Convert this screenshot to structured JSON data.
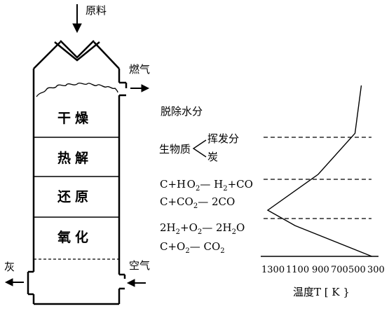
{
  "labels": {
    "feed": "原料",
    "fuel_gas": "燃气",
    "ash": "灰",
    "air": "空气"
  },
  "zones": [
    "干燥",
    "热解",
    "还原",
    "氧化"
  ],
  "reactions": {
    "drying": "脱除水分",
    "biomass": "生物质",
    "volatiles": "挥发分",
    "char": "炭",
    "r1": {
      "a": "C+H",
      "b": "O",
      "b_sub": "2",
      "c": "— H",
      "c_sub": "2",
      "d": "+CO"
    },
    "r2": {
      "a": "C+CO",
      "a_sub": "2",
      "b": "— 2CO"
    },
    "r3": {
      "a": "2H",
      "a_sub": "2",
      "b": "+O",
      "b_sub": "2",
      "c": "— 2H",
      "c_sub": "2",
      "d": "O"
    },
    "r4": {
      "a": "C+O",
      "a_sub": "2",
      "b": "— CO",
      "b_sub": "2"
    }
  },
  "axis": {
    "ticks": [
      "1300",
      "1100",
      "900",
      "700",
      "500",
      "300"
    ],
    "title": "温度T [ K }"
  },
  "temperature_profile": {
    "x_units": "K",
    "x_reversed": true,
    "points": [
      [
        430,
        0.0
      ],
      [
        490,
        0.28
      ],
      [
        840,
        0.52
      ],
      [
        1320,
        0.73
      ],
      [
        1060,
        0.82
      ],
      [
        330,
        1.0
      ]
    ]
  }
}
